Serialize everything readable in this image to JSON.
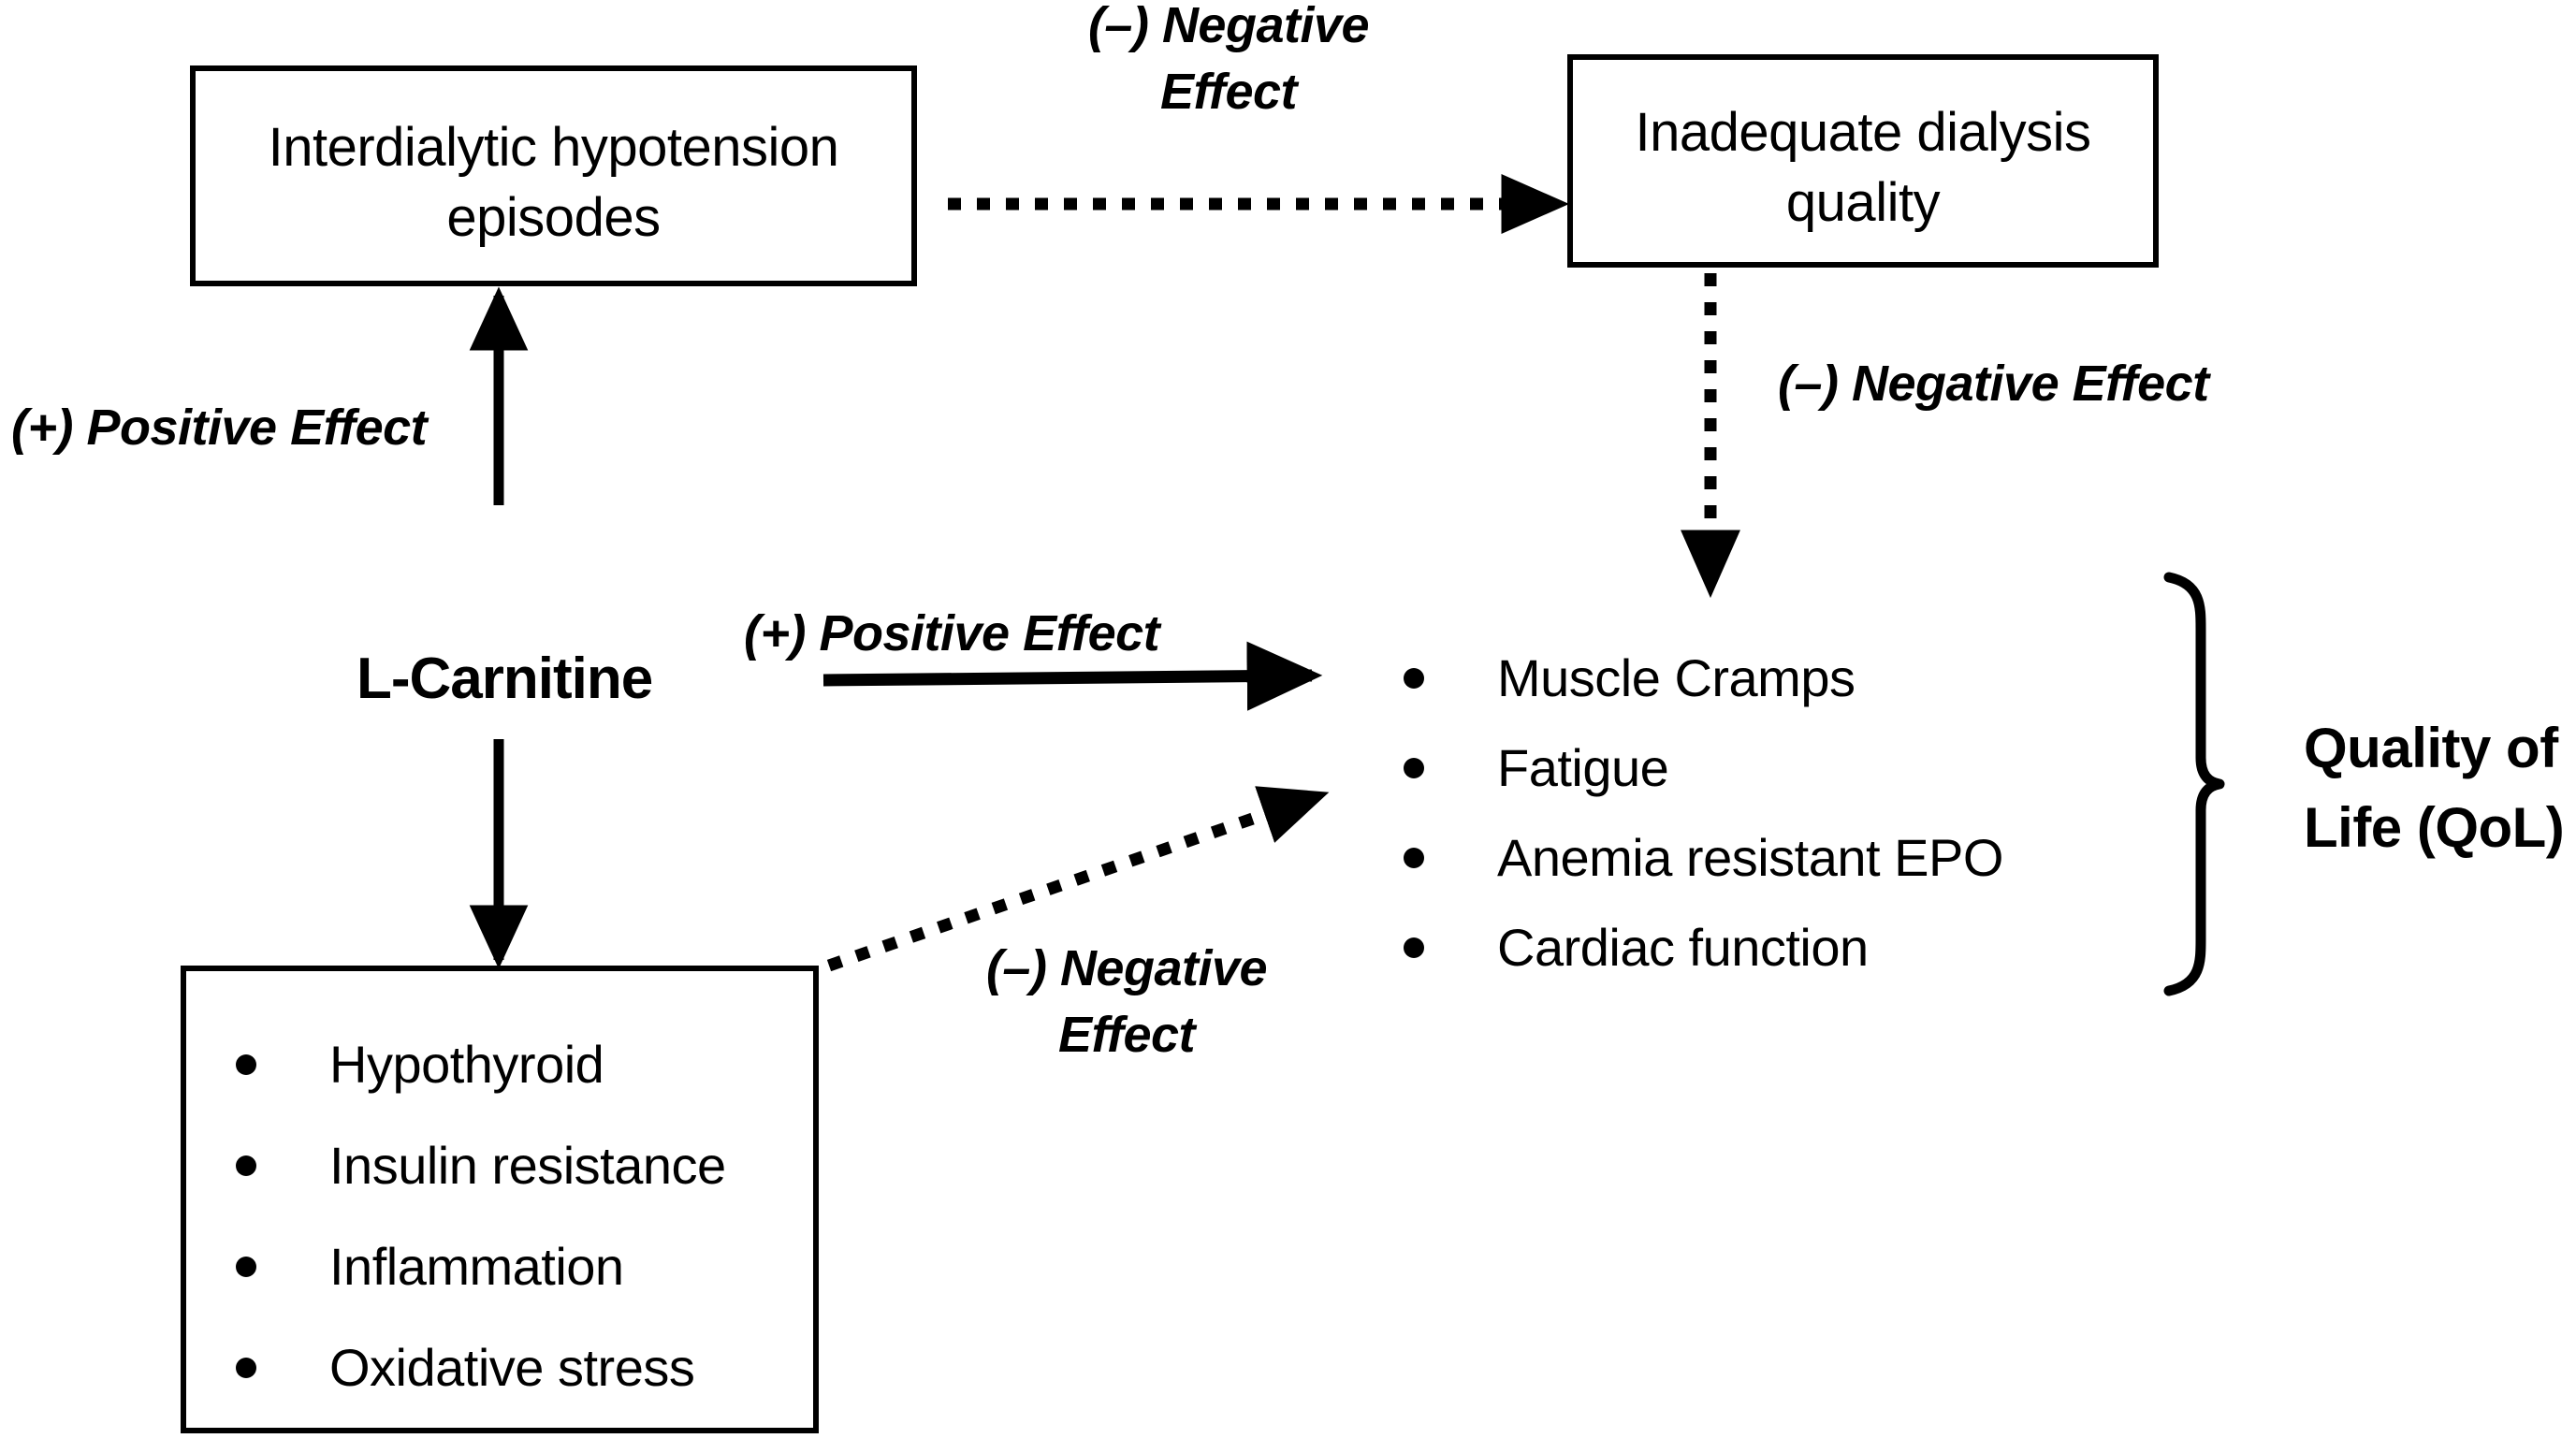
{
  "diagram": {
    "title": "L-Carnitine effects on dialysis outcomes and quality of life",
    "colors": {
      "stroke": "#000000",
      "background": "#ffffff",
      "text": "#000000"
    },
    "nodes": {
      "interdialytic_hypotension": {
        "label": "Interdialytic hypotension\nepisodes"
      },
      "inadequate_dialysis": {
        "label": "Inadequate dialysis\nquality"
      },
      "l_carnitine": {
        "label": "L-Carnitine"
      },
      "qol": {
        "label": "Quality of\nLife (QoL)"
      },
      "outcomes_list": {
        "items": [
          "Muscle Cramps",
          "Fatigue",
          "Anemia resistant EPO",
          "Cardiac function"
        ]
      },
      "conditions_box": {
        "items": [
          "Hypothyroid",
          "Insulin resistance",
          "Inflammation",
          "Oxidative stress"
        ]
      }
    },
    "edges": {
      "hypotension_to_dialysis": {
        "label": "(–) Negative\nEffect",
        "style": "dotted",
        "sign": "negative"
      },
      "dialysis_to_outcomes": {
        "label": "(–) Negative Effect",
        "style": "dotted",
        "sign": "negative"
      },
      "carnitine_to_hypotension": {
        "label": "(+) Positive Effect",
        "style": "solid",
        "sign": "positive"
      },
      "carnitine_to_outcomes": {
        "label": "(+) Positive Effect",
        "style": "solid",
        "sign": "positive"
      },
      "conditions_to_outcomes": {
        "label": "(–) Negative\nEffect",
        "style": "dotted",
        "sign": "negative"
      }
    }
  }
}
